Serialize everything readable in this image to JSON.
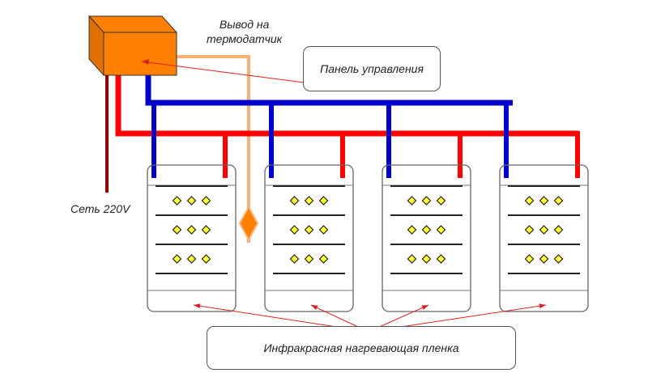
{
  "labels": {
    "sensor_output": [
      "Вывод на",
      "термодатчик"
    ],
    "control_panel": "Панель управления",
    "mains": "Сеть 220V",
    "ir_film": "Инфракрасная нагревающая пленка"
  },
  "panels": [
    {
      "name": "panel-1",
      "rows": 3,
      "dots_per_row": 3
    },
    {
      "name": "panel-2",
      "rows": 3,
      "dots_per_row": 3
    },
    {
      "name": "panel-3",
      "rows": 3,
      "dots_per_row": 3
    },
    {
      "name": "panel-4",
      "rows": 3,
      "dots_per_row": 3
    }
  ],
  "colors": {
    "controller": "#ff8000",
    "blue_wire": "#0000cc",
    "red_wire": "#ff0000",
    "mains_wire": "#990000",
    "sensor_wire": "#ffb070",
    "pointer": "#e02020",
    "dot_fill": "#ffff33"
  }
}
